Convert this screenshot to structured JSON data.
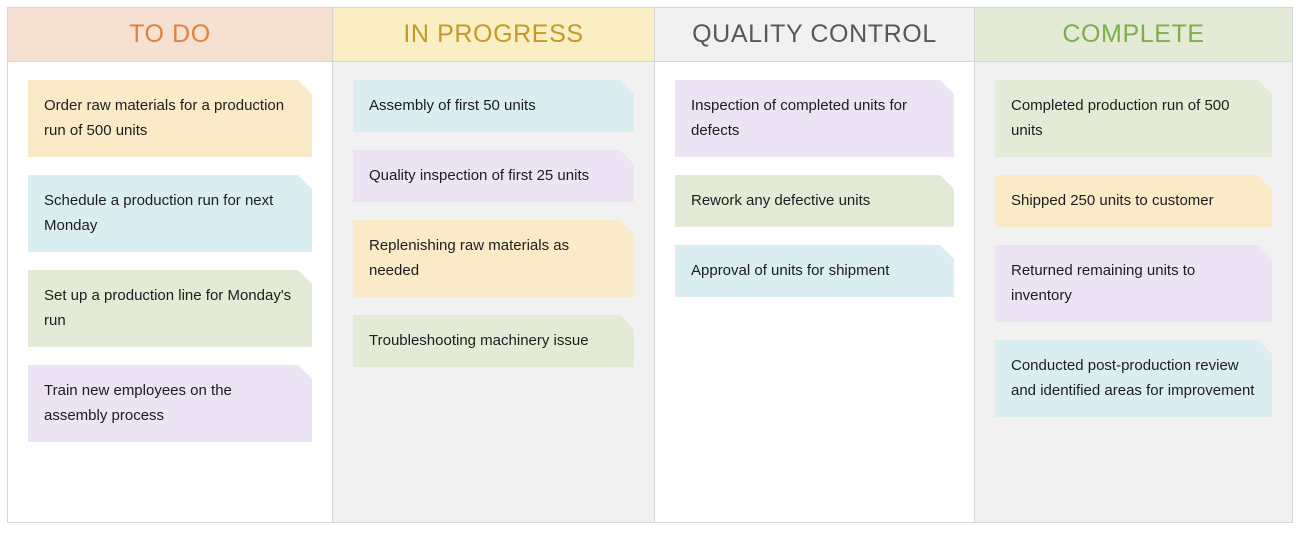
{
  "board": {
    "type": "kanban-board",
    "background": "#ffffff",
    "border_color": "#d6d6d6",
    "columns": [
      {
        "id": "to-do",
        "title": "TO DO",
        "header_bg": "#f6e0d2",
        "header_text_color": "#e2813c",
        "body_bg": "#ffffff",
        "cards": [
          {
            "text": "Order raw materials for a production run of 500 units",
            "color": "#fbeac8"
          },
          {
            "text": "Schedule a production run for next Monday",
            "color": "#daeef2"
          },
          {
            "text": "Set up a production line for Monday's run",
            "color": "#e3ebd7"
          },
          {
            "text": "Train new employees on the assembly process",
            "color": "#ece3f4"
          }
        ]
      },
      {
        "id": "in-progress",
        "title": "IN PROGRESS",
        "header_bg": "#f9eec4",
        "header_text_color": "#c49a24",
        "body_bg": "#f1f1f1",
        "cards": [
          {
            "text": "Assembly of first 50 units",
            "color": "#daeef2"
          },
          {
            "text": "Quality inspection of first 25 units",
            "color": "#ece3f4"
          },
          {
            "text": "Replenishing raw materials as needed",
            "color": "#fbeac8"
          },
          {
            "text": "Troubleshooting machinery issue",
            "color": "#e3ebd7"
          }
        ]
      },
      {
        "id": "quality-control",
        "title": "QUALITY CONTROL",
        "header_bg": "#f1f1f1",
        "header_text_color": "#585858",
        "body_bg": "#ffffff",
        "cards": [
          {
            "text": "Inspection of completed units for defects",
            "color": "#ece3f4"
          },
          {
            "text": "Rework any defective units",
            "color": "#e3ebd7"
          },
          {
            "text": "Approval of units for shipment",
            "color": "#daeef2"
          }
        ]
      },
      {
        "id": "complete",
        "title": "COMPLETE",
        "header_bg": "#e3ebd7",
        "header_text_color": "#7cae4a",
        "body_bg": "#f1f1f1",
        "cards": [
          {
            "text": "Completed production run of 500 units",
            "color": "#e3ebd7"
          },
          {
            "text": "Shipped 250 units to customer",
            "color": "#fbeac8"
          },
          {
            "text": "Returned remaining units to inventory",
            "color": "#ece3f4"
          },
          {
            "text": "Conducted post-production review and identified areas for improvement",
            "color": "#daeef2"
          }
        ]
      }
    ]
  }
}
